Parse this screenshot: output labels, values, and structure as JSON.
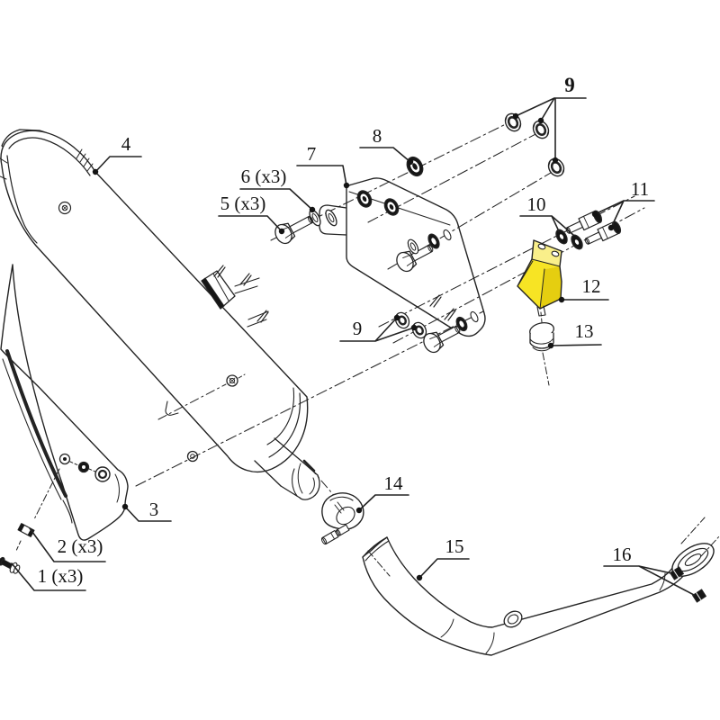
{
  "diagram": {
    "type": "exploded-parts-diagram",
    "subject": "exhaust-silencer-assembly",
    "colors": {
      "background": "#ffffff",
      "line": "#232323",
      "highlight": "#f7e424",
      "highlight_light": "#f9ef8a",
      "highlight_dark": "#e5ce10",
      "fastener_dark": "#161616"
    },
    "callouts": [
      {
        "id": "1",
        "label": "1 (x3)"
      },
      {
        "id": "2",
        "label": "2 (x3)"
      },
      {
        "id": "3",
        "label": "3"
      },
      {
        "id": "4",
        "label": "4"
      },
      {
        "id": "5",
        "label": "5 (x3)"
      },
      {
        "id": "6",
        "label": "6 (x3)"
      },
      {
        "id": "7",
        "label": "7"
      },
      {
        "id": "8",
        "label": "8"
      },
      {
        "id": "9a",
        "label": "9"
      },
      {
        "id": "9b",
        "label": "9"
      },
      {
        "id": "10",
        "label": "10"
      },
      {
        "id": "11",
        "label": "11"
      },
      {
        "id": "12",
        "label": "12"
      },
      {
        "id": "13",
        "label": "13"
      },
      {
        "id": "14",
        "label": "14"
      },
      {
        "id": "15",
        "label": "15"
      },
      {
        "id": "16",
        "label": "16"
      }
    ]
  }
}
